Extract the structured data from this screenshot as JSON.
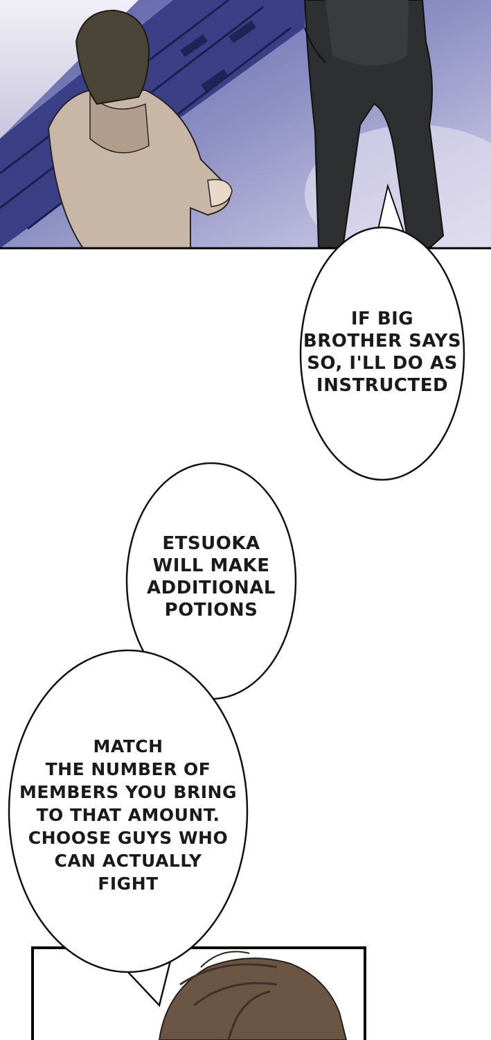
{
  "page": {
    "background": "#ffffff"
  },
  "panels": {
    "top": {
      "description_colors": {
        "floor": "#8e91c4",
        "floor_light": "#d9d4ec",
        "cabinet": "#3b3f86",
        "hoodie": "#c8b7a6",
        "hair": "#4b4538",
        "suit": "#2d2f30"
      }
    },
    "bottom": {
      "colors": {
        "hair": "#6b5646",
        "hair_dark": "#3f3129"
      }
    }
  },
  "bubbles": [
    {
      "lines": [
        "IF BIG",
        "BROTHER SAYS",
        "SO, I'LL DO AS",
        "INSTRUCTED"
      ]
    },
    {
      "lines": [
        "ETSUOKA",
        "WILL MAKE",
        "ADDITIONAL",
        "POTIONS"
      ]
    },
    {
      "lines": [
        "MATCH",
        "THE NUMBER OF",
        "MEMBERS YOU BRING",
        "TO THAT AMOUNT.",
        "CHOOSE GUYS WHO",
        "CAN ACTUALLY",
        "FIGHT"
      ]
    }
  ]
}
